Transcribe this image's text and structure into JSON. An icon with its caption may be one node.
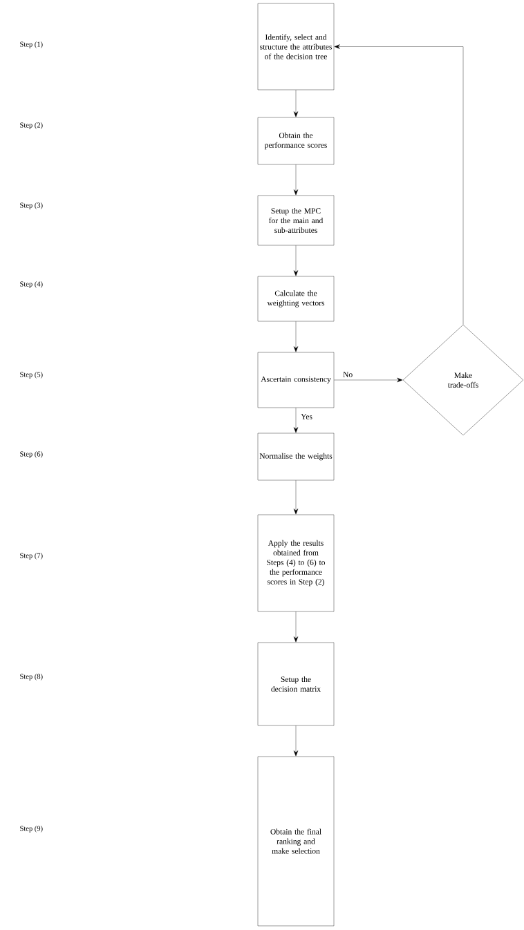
{
  "diagram": {
    "nodes": [
      {
        "text": [
          "Identify, select and structure the attributes of the decision tree"
        ]
      },
      {
        "text": [
          "Obtain the performance scores"
        ]
      },
      {
        "text": [
          "Setup the MPC for the main and sub-attributes"
        ]
      },
      {
        "text": [
          "Calculate the weighting vectors"
        ]
      },
      {
        "text": [
          "Ascertain consistency"
        ]
      },
      {
        "text": [
          "Make trade-offs"
        ]
      },
      {
        "text": [
          "Normalise the weights"
        ]
      },
      {
        "text": [
          "Apply the results obtained from Steps (4) to (6) to the performance scores in Step (2)"
        ]
      },
      {
        "text": [
          "Setup the decision matrix"
        ]
      },
      {
        "text": [
          "Obtain the final ranking and make selection"
        ]
      }
    ],
    "edges": [
      {
        "from": 0,
        "to": 1,
        "arrow": "to"
      },
      {
        "from": 1,
        "to": 2,
        "arrow": "to"
      },
      {
        "from": 2,
        "to": 3,
        "arrow": "to"
      },
      {
        "from": 3,
        "to": 4,
        "arrow": "to"
      },
      {
        "from": 4,
        "to": 5,
        "arrow": "to",
        "label": "No"
      },
      {
        "from": 5,
        "to": 0,
        "arrow": "to"
      },
      {
        "from": 4,
        "to": 6,
        "arrow": "to",
        "label": "Yes"
      },
      {
        "from": 6,
        "to": 7,
        "arrow": "to"
      },
      {
        "from": 7,
        "to": 8,
        "arrow": "to"
      },
      {
        "from": 8,
        "to": 9,
        "arrow": "to"
      }
    ],
    "labels": [
      "Step (1)",
      "Step (2)",
      "Step (3)",
      "Step (4)",
      "Step (5)",
      "Step (6)",
      "Step (7)",
      "Step (8)",
      "Step (9)"
    ]
  }
}
